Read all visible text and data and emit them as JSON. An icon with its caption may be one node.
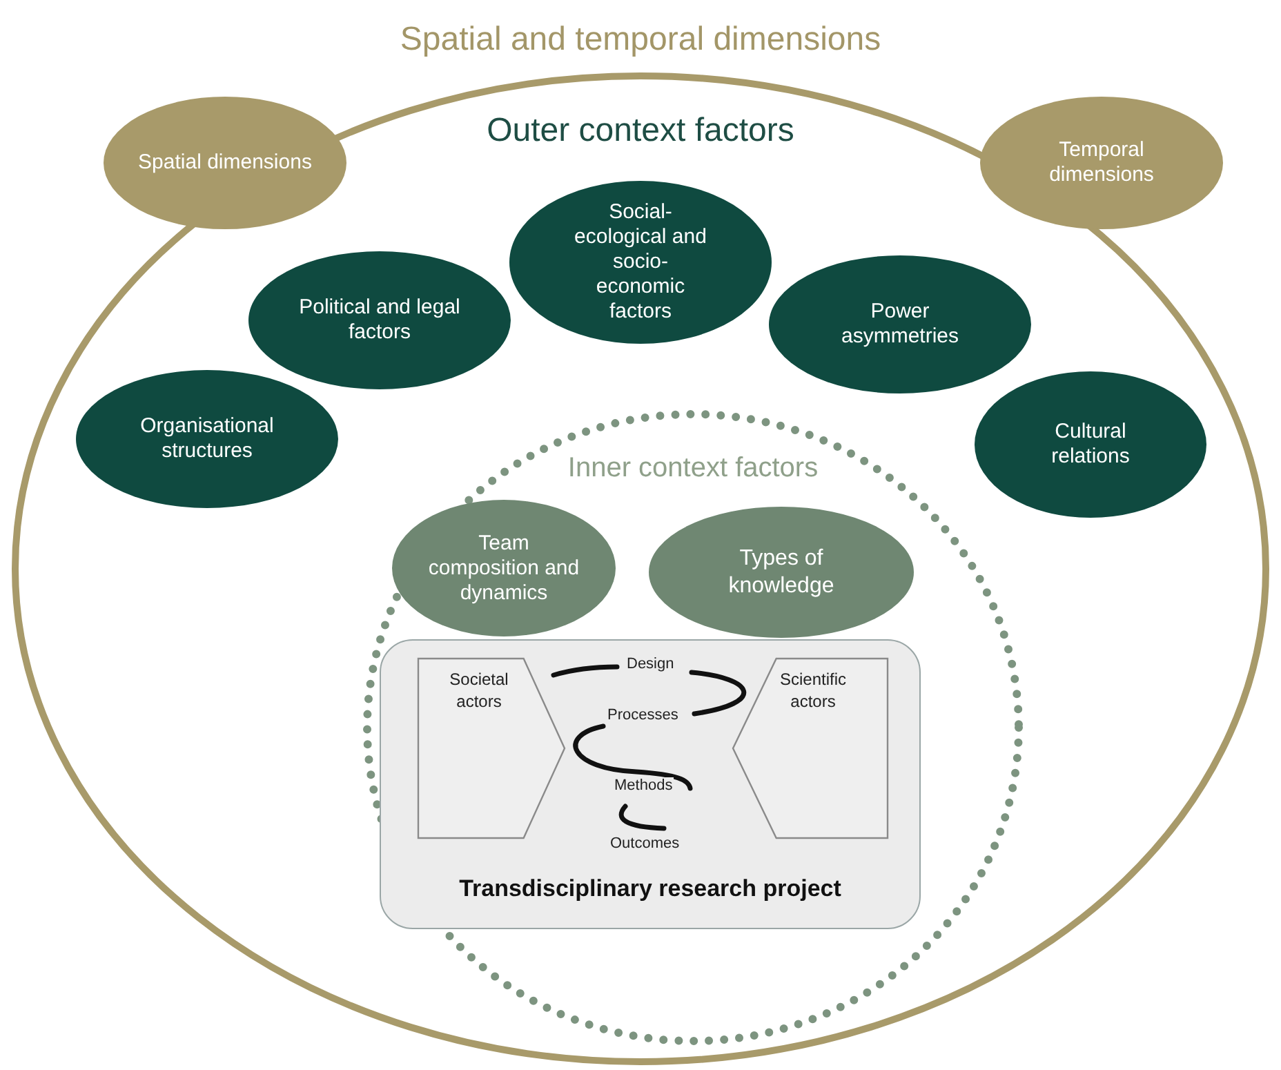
{
  "diagram": {
    "nodes": [
      {
        "text": [
          "Spatial and temporal dimensions",
          "Outer context factors"
        ]
      },
      {
        "text": [
          "Spatial dimensions"
        ]
      },
      {
        "text": [
          "Temporal dimensions"
        ]
      },
      {
        "text": [
          "Organisational structures"
        ],
        "in": 0
      },
      {
        "text": [
          "Political and legal factors"
        ],
        "in": 0
      },
      {
        "text": [
          "Social-ecological and socio-economic factors"
        ],
        "in": 0
      },
      {
        "text": [
          "Power asymmetries"
        ],
        "in": 0
      },
      {
        "text": [
          "Cultural relations"
        ],
        "in": 0
      },
      {
        "text": [
          "Inner context factors"
        ],
        "in": 0
      },
      {
        "text": [
          "Transdisciplinary research project"
        ],
        "in": 8
      },
      {
        "text": [
          "Team composition and dynamics"
        ],
        "in": 8
      },
      {
        "text": [
          "Types of knowledge"
        ],
        "in": 8
      },
      {
        "text": [
          "Societal actors"
        ],
        "in": 9
      },
      {
        "text": [
          "Scientific actors"
        ],
        "in": 9
      }
    ],
    "edges": [],
    "labels": [
      "Design",
      "Processes",
      "Methods",
      "Outcomes"
    ]
  }
}
